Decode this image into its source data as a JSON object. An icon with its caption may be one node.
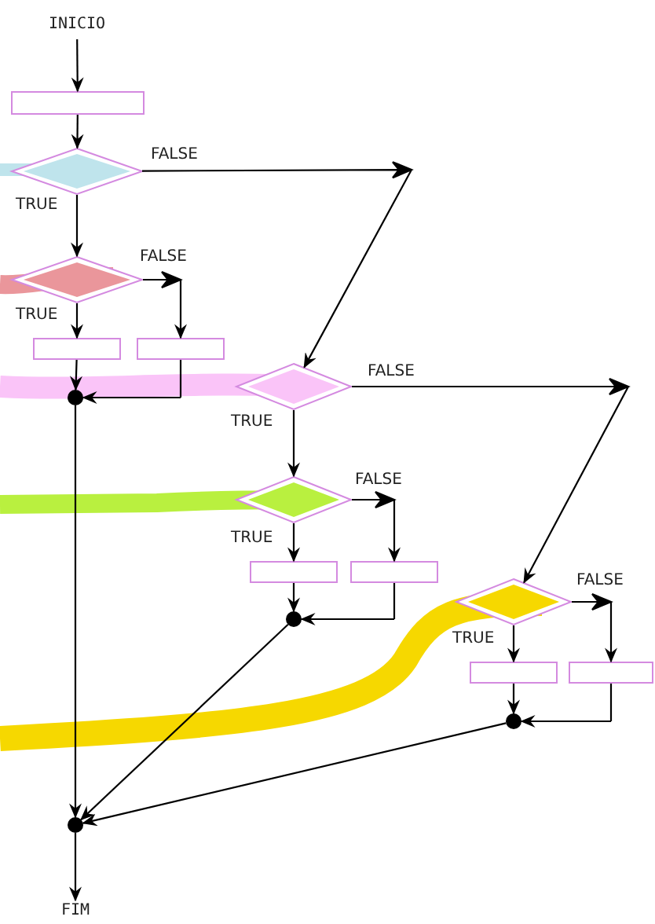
{
  "diagram": {
    "nodes": [
      {
        "text": [
          "INICIO"
        ]
      },
      {
        "text": [],
        "shape": "box"
      },
      {
        "text": [],
        "shape": "diamond"
      },
      {
        "text": [],
        "shape": "diamond"
      },
      {
        "text": [],
        "shape": "box"
      },
      {
        "text": [],
        "shape": "box"
      },
      {
        "text": [],
        "shape": "circle"
      },
      {
        "text": [],
        "shape": "diamond"
      },
      {
        "text": [],
        "shape": "diamond"
      },
      {
        "text": [],
        "shape": "box"
      },
      {
        "text": [],
        "shape": "box"
      },
      {
        "text": [],
        "shape": "circle"
      },
      {
        "text": [],
        "shape": "diamond"
      },
      {
        "text": [],
        "shape": "box"
      },
      {
        "text": [],
        "shape": "box"
      },
      {
        "text": [],
        "shape": "circle"
      },
      {
        "text": [],
        "shape": "circle"
      },
      {
        "text": [
          "FIM"
        ]
      }
    ],
    "edges": [
      {
        "from": 0,
        "to": 1,
        "arrow": "to"
      },
      {
        "from": 1,
        "to": 2,
        "arrow": "to"
      },
      {
        "from": 2,
        "to": 3,
        "arrow": "to",
        "label": "TRUE"
      },
      {
        "from": 2,
        "to": 7,
        "arrow": "to",
        "label": "FALSE"
      },
      {
        "from": 3,
        "to": 4,
        "arrow": "to",
        "label": "TRUE"
      },
      {
        "from": 3,
        "to": 5,
        "arrow": "to",
        "label": "FALSE"
      },
      {
        "from": 4,
        "to": 6,
        "arrow": "to"
      },
      {
        "from": 5,
        "to": 6,
        "arrow": "to"
      },
      {
        "from": 6,
        "to": 16,
        "arrow": "to"
      },
      {
        "from": 7,
        "to": 8,
        "arrow": "to",
        "label": "TRUE"
      },
      {
        "from": 7,
        "to": 12,
        "arrow": "to",
        "label": "FALSE"
      },
      {
        "from": 8,
        "to": 9,
        "arrow": "to",
        "label": "TRUE"
      },
      {
        "from": 8,
        "to": 10,
        "arrow": "to",
        "label": "FALSE"
      },
      {
        "from": 9,
        "to": 11,
        "arrow": "to"
      },
      {
        "from": 10,
        "to": 11,
        "arrow": "to"
      },
      {
        "from": 11,
        "to": 16,
        "arrow": "to"
      },
      {
        "from": 12,
        "to": 13,
        "arrow": "to",
        "label": "TRUE"
      },
      {
        "from": 12,
        "to": 14,
        "arrow": "to",
        "label": "FALSE"
      },
      {
        "from": 13,
        "to": 15,
        "arrow": "to"
      },
      {
        "from": 14,
        "to": 15,
        "arrow": "to"
      },
      {
        "from": 15,
        "to": 16,
        "arrow": "to"
      },
      {
        "from": 16,
        "to": 17,
        "arrow": "to"
      }
    ]
  }
}
